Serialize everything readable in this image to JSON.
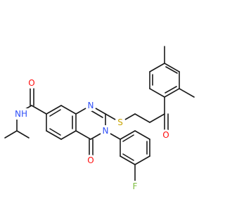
{
  "molecule": {
    "atom_labels": {
      "oxygen_amide": "O",
      "nh_amide": "NH",
      "n1": "N",
      "s": "S",
      "n3": "N",
      "oxygen_ketone": "O",
      "oxygen_ring": "O",
      "fluorine": "F"
    },
    "colors": {
      "bond": "#1a1a1a",
      "oxygen": "#ff0d0d",
      "nitrogen": "#3050f8",
      "sulfur": "#c8a400",
      "fluorine": "#7fbf3f"
    }
  }
}
